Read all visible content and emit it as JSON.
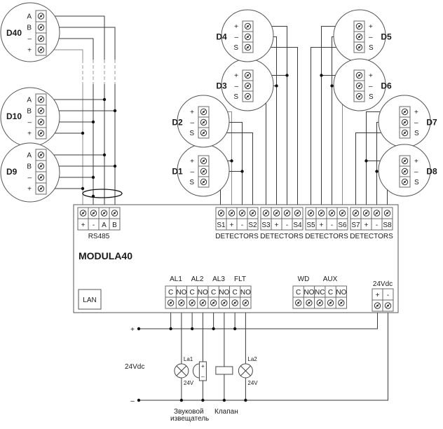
{
  "module": {
    "name": "MODULA40",
    "lan_label": "LAN",
    "rs485": {
      "group_label": "RS485",
      "terminals": [
        "+",
        "-",
        "A",
        "B"
      ]
    },
    "detector_groups": [
      {
        "label": "DETECTORS",
        "terminals": [
          "S1",
          "+",
          "-",
          "S2"
        ]
      },
      {
        "label": "DETECTORS",
        "terminals": [
          "S3",
          "+",
          "-",
          "S4"
        ]
      },
      {
        "label": "DETECTORS",
        "terminals": [
          "S5",
          "+",
          "-",
          "S6"
        ]
      },
      {
        "label": "DETECTORS",
        "terminals": [
          "S7",
          "+",
          "-",
          "S8"
        ]
      }
    ],
    "relays": [
      {
        "label": "AL1",
        "terminals": [
          "C",
          "NO"
        ]
      },
      {
        "label": "AL2",
        "terminals": [
          "C",
          "NO"
        ]
      },
      {
        "label": "AL3",
        "terminals": [
          "C",
          "NO"
        ]
      },
      {
        "label": "FLT",
        "terminals": [
          "C",
          "NO"
        ]
      }
    ],
    "aux_relays": [
      {
        "label": "WD",
        "terminals": [
          "C",
          "NO"
        ]
      },
      {
        "label": "AUX",
        "terminals": [
          "NC",
          "C",
          "NO"
        ]
      }
    ],
    "power": {
      "label": "24Vdc",
      "terminals": [
        "+",
        "-"
      ]
    }
  },
  "rs485_detectors": [
    {
      "name": "D40",
      "terminals": [
        "A",
        "B",
        "–",
        "+"
      ]
    },
    {
      "name": "D10",
      "terminals": [
        "A",
        "B",
        "–",
        "+"
      ]
    },
    {
      "name": "D9",
      "terminals": [
        "A",
        "B",
        "–",
        "+"
      ]
    }
  ],
  "analog_detectors": [
    {
      "name": "D1",
      "terminals": [
        "+",
        "–",
        "S"
      ]
    },
    {
      "name": "D2",
      "terminals": [
        "+",
        "–",
        "S"
      ]
    },
    {
      "name": "D3",
      "terminals": [
        "+",
        "–",
        "S"
      ]
    },
    {
      "name": "D4",
      "terminals": [
        "+",
        "–",
        "S"
      ]
    },
    {
      "name": "D5",
      "terminals": [
        "+",
        "–",
        "S"
      ]
    },
    {
      "name": "D6",
      "terminals": [
        "+",
        "–",
        "S"
      ]
    },
    {
      "name": "D7",
      "terminals": [
        "+",
        "–",
        "S"
      ]
    },
    {
      "name": "D8",
      "terminals": [
        "+",
        "–",
        "S"
      ]
    }
  ],
  "external_circuit": {
    "supply_label": "24Vdc",
    "plus_label": "+",
    "minus_label": "–",
    "loads": [
      {
        "type": "lamp",
        "name": "La1",
        "rating": "24V"
      },
      {
        "type": "buzzer",
        "name": "Звуковой извещатель",
        "name_line1": "Звуковой",
        "name_line2": "извещатель",
        "pins": [
          "+",
          "–"
        ]
      },
      {
        "type": "valve",
        "name": "Клапан"
      },
      {
        "type": "lamp",
        "name": "La2",
        "rating": "24V"
      }
    ]
  }
}
